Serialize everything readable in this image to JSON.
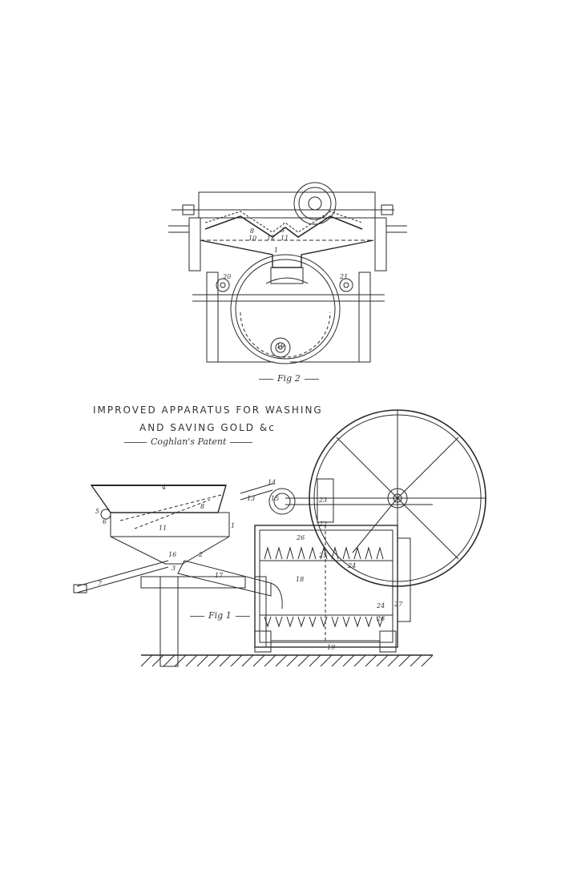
{
  "title": {
    "line1": "IMPROVED APPARATUS FOR WASHING",
    "line2": "AND SAVING GOLD &c",
    "line3": "Coghlan's Patent"
  },
  "figures": {
    "fig2": "Fig 2",
    "fig1": "Fig 1"
  },
  "fig2_numbers": {
    "n1": "1",
    "n3": "3",
    "n8": "8",
    "n10": "10",
    "n11": "11",
    "n12": "12",
    "n19": "19",
    "n20": "20",
    "n21": "21"
  },
  "fig1_numbers": {
    "n1": "1",
    "n2": "2",
    "n3": "3",
    "n4": "4",
    "n5": "5",
    "n6": "6",
    "n7": "7",
    "n8": "8",
    "n11": "11",
    "n13": "13",
    "n14": "14",
    "n15": "15",
    "n16": "16",
    "n17": "17",
    "n18": "18",
    "n19": "19",
    "n22": "22",
    "n23": "23",
    "n24a": "24",
    "n24b": "24",
    "n25": "25",
    "n26a": "26",
    "n26b": "26",
    "n27": "27"
  },
  "colors": {
    "ink": "#2a2a2a",
    "paper": "#ffffff"
  }
}
